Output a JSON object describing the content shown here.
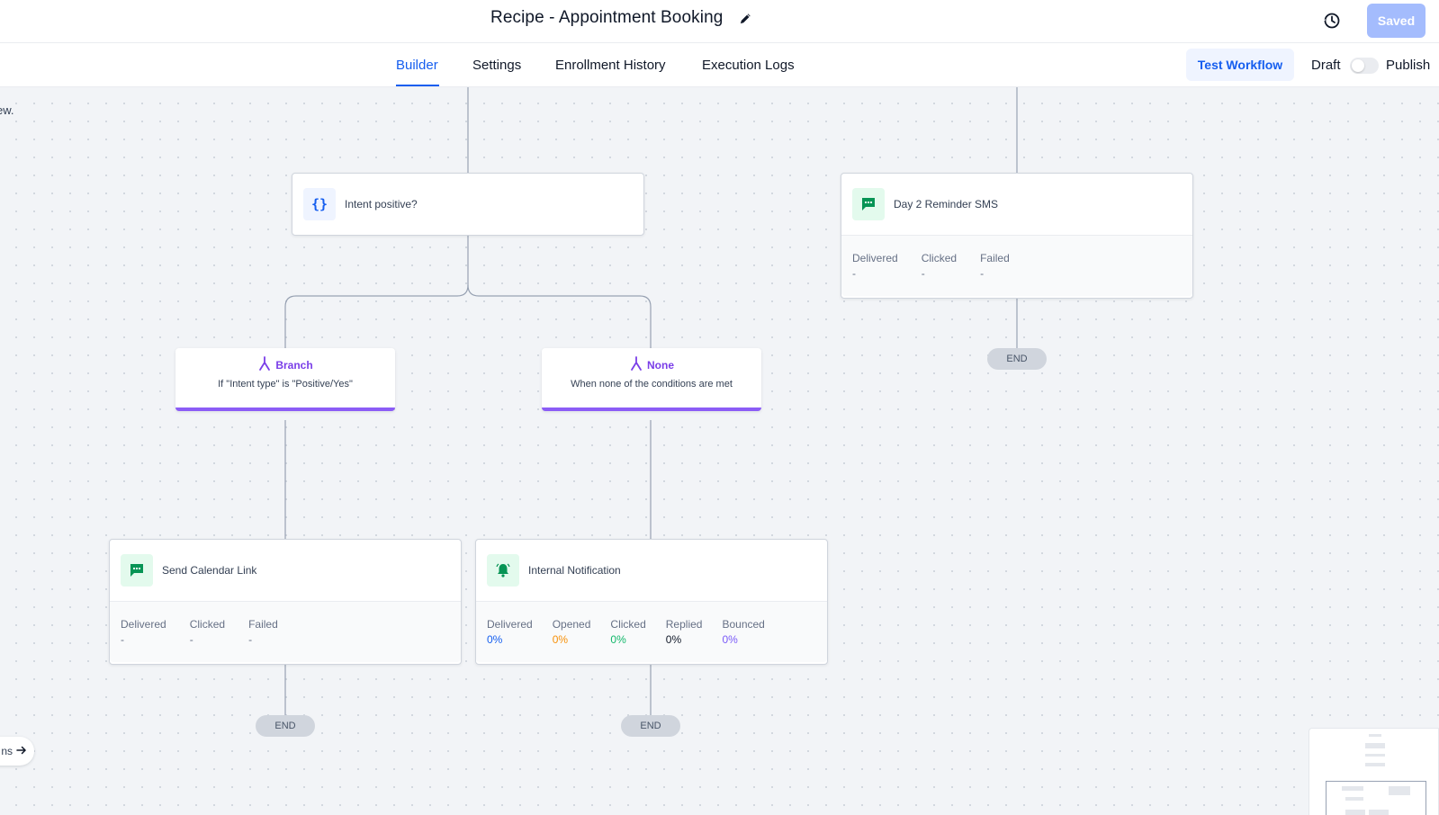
{
  "header": {
    "title": "Recipe - Appointment Booking",
    "saved_label": "Saved"
  },
  "tabs": [
    {
      "label": "Builder",
      "active": true
    },
    {
      "label": "Settings",
      "active": false
    },
    {
      "label": "Enrollment History",
      "active": false
    },
    {
      "label": "Execution Logs",
      "active": false
    }
  ],
  "actions": {
    "test_workflow": "Test Workflow",
    "draft": "Draft",
    "publish": "Publish",
    "published": false
  },
  "canvas": {
    "partial_text": "ew.",
    "side_link_text": "ns",
    "nodes": {
      "intent": {
        "title": "Intent positive?",
        "icon": "code-braces-icon"
      },
      "day2": {
        "title": "Day 2 Reminder SMS",
        "icon": "sms-icon",
        "stats": [
          {
            "label": "Delivered",
            "value": "-"
          },
          {
            "label": "Clicked",
            "value": "-"
          },
          {
            "label": "Failed",
            "value": "-"
          }
        ]
      },
      "branch_yes": {
        "name": "Branch",
        "desc": "If \"Intent type\" is \"Positive/Yes\""
      },
      "branch_none": {
        "name": "None",
        "desc": "When none of the conditions are met"
      },
      "calendar": {
        "title": "Send Calendar Link",
        "icon": "sms-icon",
        "stats": [
          {
            "label": "Delivered",
            "value": "-"
          },
          {
            "label": "Clicked",
            "value": "-"
          },
          {
            "label": "Failed",
            "value": "-"
          }
        ]
      },
      "notify": {
        "title": "Internal Notification",
        "icon": "bell-icon",
        "stats": [
          {
            "label": "Delivered",
            "value": "0%",
            "color": "#155eef"
          },
          {
            "label": "Opened",
            "value": "0%",
            "color": "#f79009"
          },
          {
            "label": "Clicked",
            "value": "0%",
            "color": "#12b76a"
          },
          {
            "label": "Replied",
            "value": "0%",
            "color": "#101828"
          },
          {
            "label": "Bounced",
            "value": "0%",
            "color": "#7a5af8"
          }
        ]
      }
    },
    "end_label": "END"
  },
  "colors": {
    "accent": "#155eef",
    "branch": "#8b5cf6",
    "sms_green": "#079455"
  }
}
